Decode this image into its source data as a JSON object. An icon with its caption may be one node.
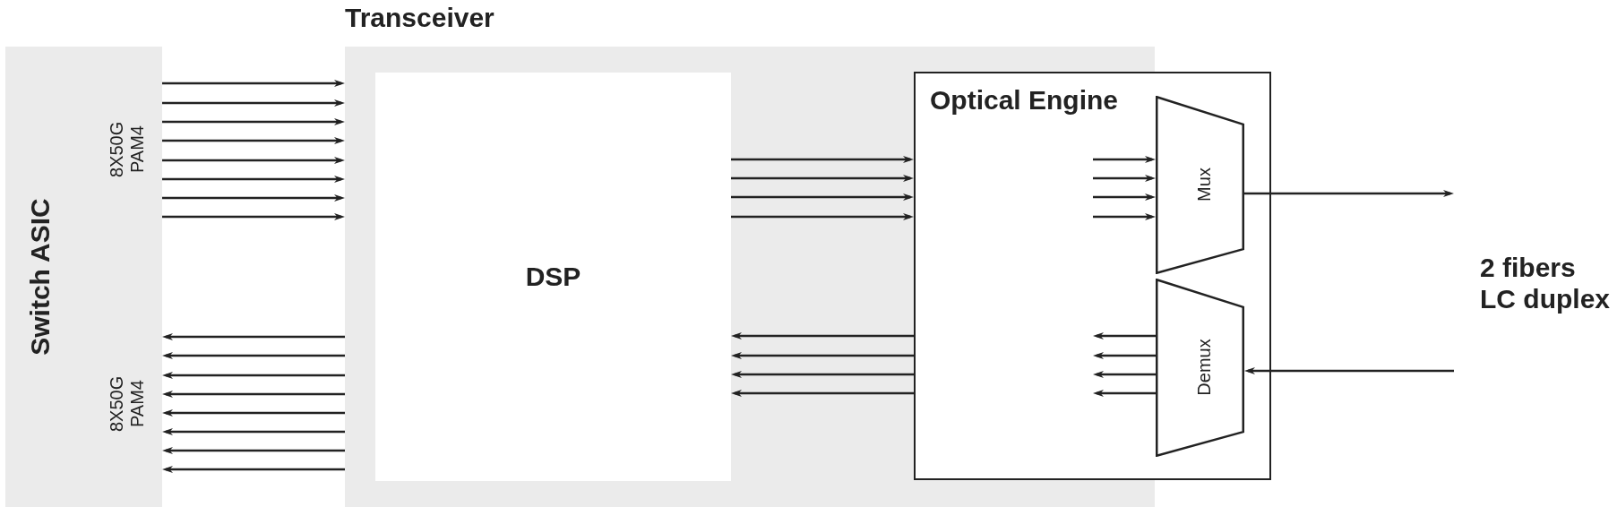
{
  "diagram": {
    "nodes": [
      {
        "text": [
          "Switch ASIC"
        ]
      },
      {
        "text": [
          "Transceiver"
        ]
      },
      {
        "text": [
          "DSP"
        ],
        "in": 1
      },
      {
        "text": [
          "Optical Engine"
        ]
      },
      {
        "text": [
          "Mux"
        ],
        "in": 3
      },
      {
        "text": [
          "Demux"
        ],
        "in": 3
      }
    ],
    "edges": [
      {
        "from": 0,
        "to": 1,
        "arrow": "to"
      },
      {
        "from": 0,
        "to": 1,
        "arrow": "to"
      },
      {
        "from": 0,
        "to": 1,
        "arrow": "to"
      },
      {
        "from": 0,
        "to": 1,
        "arrow": "to"
      },
      {
        "from": 0,
        "to": 1,
        "arrow": "to"
      },
      {
        "from": 0,
        "to": 1,
        "arrow": "to"
      },
      {
        "from": 0,
        "to": 1,
        "arrow": "to"
      },
      {
        "from": 0,
        "to": 1,
        "arrow": "to"
      },
      {
        "from": 1,
        "to": 0,
        "arrow": "to"
      },
      {
        "from": 1,
        "to": 0,
        "arrow": "to"
      },
      {
        "from": 1,
        "to": 0,
        "arrow": "to"
      },
      {
        "from": 1,
        "to": 0,
        "arrow": "to"
      },
      {
        "from": 1,
        "to": 0,
        "arrow": "to"
      },
      {
        "from": 1,
        "to": 0,
        "arrow": "to"
      },
      {
        "from": 1,
        "to": 0,
        "arrow": "to"
      },
      {
        "from": 1,
        "to": 0,
        "arrow": "to"
      },
      {
        "from": 2,
        "to": 3,
        "arrow": "to"
      },
      {
        "from": 2,
        "to": 3,
        "arrow": "to"
      },
      {
        "from": 2,
        "to": 3,
        "arrow": "to"
      },
      {
        "from": 2,
        "to": 3,
        "arrow": "to"
      },
      {
        "from": 3,
        "to": 2,
        "arrow": "to"
      },
      {
        "from": 3,
        "to": 2,
        "arrow": "to"
      },
      {
        "from": 3,
        "to": 2,
        "arrow": "to"
      },
      {
        "from": 3,
        "to": 2,
        "arrow": "to"
      },
      {
        "from": null,
        "to": 4,
        "arrow": "to"
      },
      {
        "from": null,
        "to": 4,
        "arrow": "to"
      },
      {
        "from": null,
        "to": 4,
        "arrow": "to"
      },
      {
        "from": null,
        "to": 4,
        "arrow": "to"
      },
      {
        "from": 5,
        "to": null,
        "arrow": "to"
      },
      {
        "from": 5,
        "to": null,
        "arrow": "to"
      },
      {
        "from": 5,
        "to": null,
        "arrow": "to"
      },
      {
        "from": 5,
        "to": null,
        "arrow": "to"
      },
      {
        "from": 4,
        "to": null,
        "arrow": "to"
      },
      {
        "from": null,
        "to": 5,
        "arrow": "to"
      }
    ],
    "labels": [
      "8X50G PAM4",
      "8X50G PAM4",
      "2 fibers LC duplex"
    ]
  }
}
